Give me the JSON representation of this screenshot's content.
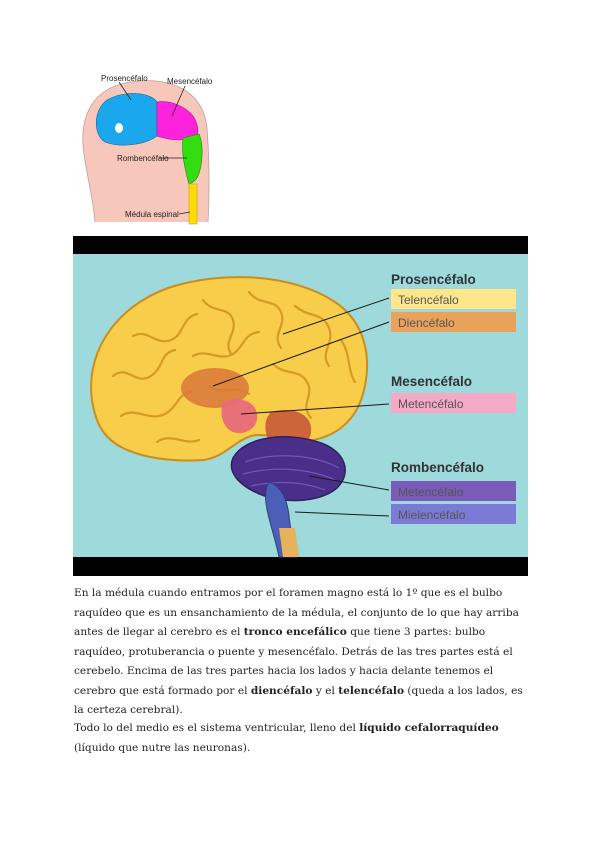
{
  "figure_embryo": {
    "labels": {
      "prosencefalo": "Prosencéfalo",
      "mesencefalo": "Mesencéfalo",
      "rombencefalo": "Rombencéfalo",
      "medula": "Médula espinal"
    },
    "colors": {
      "prosencefalo": "#1aa7ee",
      "mesencefalo": "#ff22dd",
      "rombencefalo": "#33dd11",
      "medula": "#ffdd00",
      "body": "#f7c7bc"
    }
  },
  "figure_brain": {
    "groups": [
      {
        "heading": "Prosencéfalo",
        "boxes": [
          {
            "label": "Telencéfalo",
            "color": "#fde78a"
          },
          {
            "label": "Diencéfalo",
            "color": "#e9a25a"
          }
        ]
      },
      {
        "heading": "Mesencéfalo",
        "boxes": [
          {
            "label": "Metencéfalo",
            "color": "#f4a9c6"
          }
        ]
      },
      {
        "heading": "Rombencéfalo",
        "boxes": [
          {
            "label": "Metencéfalo",
            "color": "#7a5bb9"
          },
          {
            "label": "Mielencéfalo",
            "color": "#7b7bd6"
          }
        ]
      }
    ],
    "colors": {
      "background": "#9ed9dc",
      "frame": "#000000"
    }
  },
  "paragraphs": [
    {
      "parts": [
        {
          "text": "En la médula cuando entramos por el foramen magno está lo 1º que es el bulbo raquídeo que es un ensanchamiento de la médula, el conjunto de lo que hay arriba antes de llegar al cerebro es el ",
          "bold": false
        },
        {
          "text": "tronco encefálico",
          "bold": true
        },
        {
          "text": " que tiene 3 partes: bulbo raquídeo, protuberancia o puente y mesencéfalo. Detrás de las tres partes está el cerebelo. Encima de las tres partes hacia los lados y hacia delante tenemos el cerebro que está formado por el ",
          "bold": false
        },
        {
          "text": "diencéfalo",
          "bold": true
        },
        {
          "text": " y el ",
          "bold": false
        },
        {
          "text": "telencéfalo",
          "bold": true
        },
        {
          "text": " (queda a los lados, es la certeza cerebral).",
          "bold": false
        }
      ]
    },
    {
      "parts": [
        {
          "text": "Todo lo del medio es el sistema ventricular, lleno del ",
          "bold": false
        },
        {
          "text": "líquido cefalorraquídeo",
          "bold": true
        },
        {
          "text": " (líquido que nutre las neuronas).",
          "bold": false
        }
      ]
    }
  ]
}
